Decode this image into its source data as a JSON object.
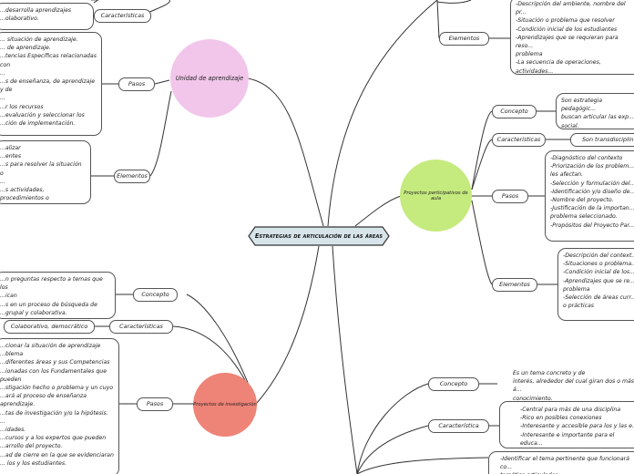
{
  "central_topic": "Estrategias de articulación de las áreas",
  "nodes": {
    "unidad": {
      "title": "Unidad de aprendizaje",
      "color": "#f2c6ea",
      "pasos_label": "Pasos",
      "pasos_text": "... situación de aprendizaje.\n... de aprendizaje.\n...tencias Específicas relacionadas con\n...\n...s de enseñanza, de aprendizaje y de\n...\n...r los recursos\n...evaluación y seleccionar los\n...ción de implementación.",
      "elementos_label": "Elementos",
      "elementos_text": "...alizar\n...entes\n...s para resolver la situación o\n...\n...s actividades, procedimientos o",
      "caracteristicas_label": "Características",
      "caracteristicas_text": "...desarrolla aprendizajes\n...olaborativo."
    },
    "proyecto_inv": {
      "title": "Proyectos de investigación",
      "color": "#ee8377",
      "concepto_label": "Concepto",
      "concepto_text": "...n preguntas respecto a temas que los\n...ican\n...s en un proceso de búsqueda de\n...grupal y colaborativa.",
      "caracteristicas_label": "Características",
      "caracteristicas_text": "Colaborativo, democrático",
      "pasos_label": "Pasos",
      "pasos_text": "...cionar la situación de aprendizaje\n...blema\n...diferentes áreas y sus Competencias\n...ionadas con los Fundamentales que pueden\n...stigación hecho o problema y un cuyo\n...ará al proceso de enseñanza aprendizaje.\n...tas de investigación y/o la hipótesis.\n...\n...idades.\n...cursos y a los expertos que pueden\n...arrollo del proyecto.\n...ad de cierre en la que se evidenciaran\n... los y los estudiantes."
    },
    "proyecto_part": {
      "title": "Proyectos participativos de aula",
      "color": "#c5ea7e",
      "concepto_label": "Concepto",
      "concepto_text": "Son estrategia pedagógic...\nbuscan articular las exp...\nsocial.",
      "caracteristicas_label": "Características",
      "caracteristicas_text": "Son transdisciplinaria...",
      "pasos_label": "Pasos",
      "pasos_text": "-Diagnóstico del contexto\n-Priorización de los problem...\nles afectan.\n-Selección y formulación del...\n-Identificación y/o diseño de...\n-Nombre del proyecto.\n-Justificación de la importan...\nproblema seleccionado.\n-Propósitos del Proyecto Par...",
      "elementos_label": "Elementos",
      "elementos_text": "-Descripción del context...\n-Situaciones o problema...\n-Condición inicial de los...\n-Aprendizajes que se re...\nproblema\n-Selección de áreas curr...\no prácticas"
    },
    "top_right": {
      "elementos_label": "Elementos",
      "elementos_text": "-Descripción del ambiente, nombre del pr...\n-Situación o problema que resolver\n-Condición inicial de los estudiantes\n-Aprendizajes que se requieran para reso...\nproblema\n-La secuencia de operaciones, actividades...\nprácticas"
    },
    "bottom_right": {
      "concepto_label": "Concepto",
      "concepto_text": "Es un tema concreto y de\ninterés, alrededor del cual giran dos o más á...\nconocimiento.",
      "caracteristica_label": "Característica",
      "caracteristica_text": "-Central para más de una disciplina\n-Rico en posibles conexiones\n-Interesante y accesible para los y las e...\n-Interesante e importante para el educa...",
      "bottom_text": "-Identificar el tema pertinente que funcionará co...\ntemático articulador."
    }
  }
}
